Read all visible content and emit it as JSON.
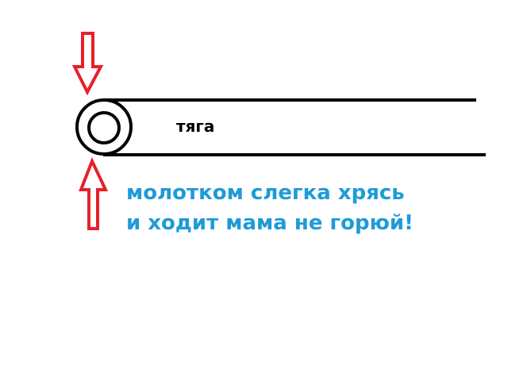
{
  "labels": {
    "rod": "тяга"
  },
  "caption": {
    "line1": "молотком слегка хрясь",
    "line2": "и ходит мама не горюй!"
  },
  "colors": {
    "background": "#ffffff",
    "outline": "#000000",
    "arrow": "#e8202a",
    "caption": "#1e9bd7",
    "label": "#000000"
  },
  "icons": {
    "top_arrow": "arrow-down-icon",
    "bottom_arrow": "arrow-up-icon"
  }
}
